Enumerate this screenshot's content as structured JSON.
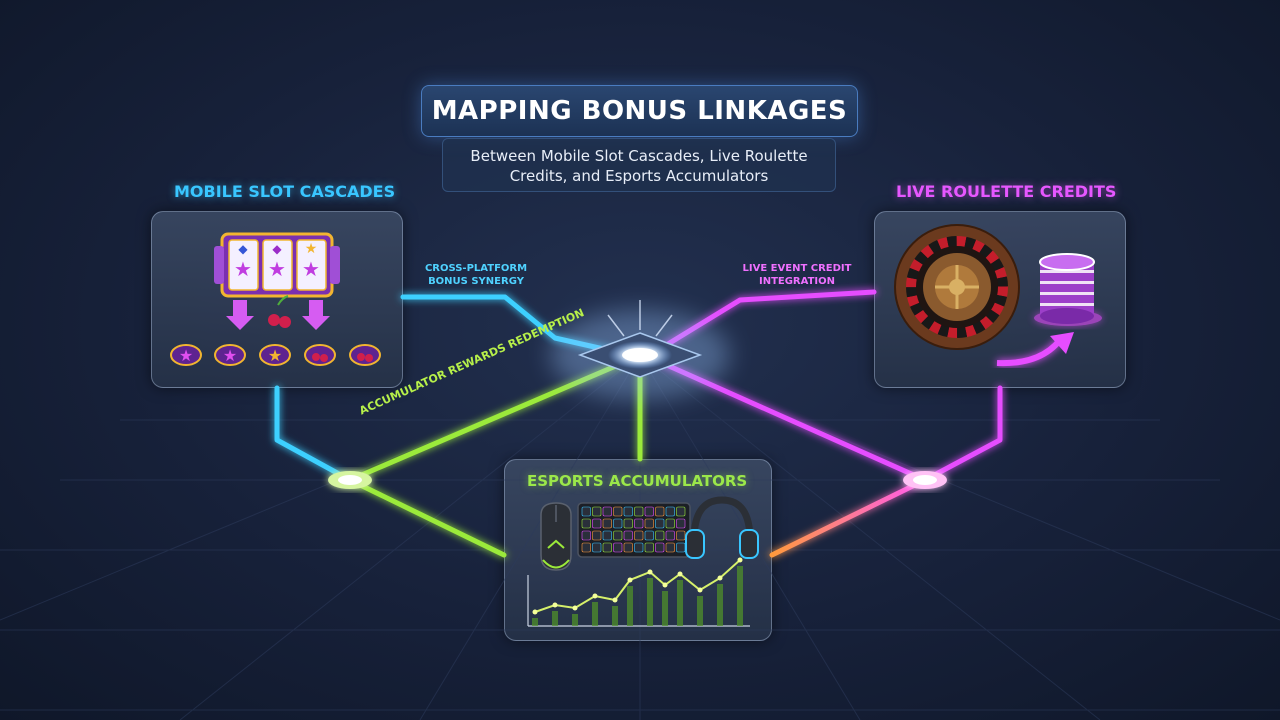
{
  "title": "MAPPING BONUS LINKAGES",
  "subtitle": {
    "line1": "Between Mobile Slot Cascades, Live Roulette",
    "line2": "Credits, and Esports Accumulators"
  },
  "nodes": {
    "slots": {
      "title": "MOBILE SLOT CASCADES",
      "color": "#39c6ff"
    },
    "roulette": {
      "title": "LIVE ROULETTE CREDITS",
      "color": "#e657ff"
    },
    "esports": {
      "title": "ESPORTS ACCUMULATORS",
      "color": "#9be84a"
    }
  },
  "links": {
    "cross_platform": {
      "line1": "CROSS-PLATFORM",
      "line2": "BONUS SYNERGY",
      "color": "#4fd2ff"
    },
    "live_event": {
      "line1": "LIVE EVENT CREDIT",
      "line2": "INTEGRATION",
      "color": "#f070ff"
    },
    "accumulator": {
      "text": "ACCUMULATOR REWARDS REDEMPTION",
      "color": "#b7f04a"
    }
  },
  "icons": {
    "slot_machine": "slot-machine-icon",
    "roulette_wheel": "roulette-wheel-icon",
    "chip_stack": "chip-stack-icon",
    "gaming_mouse": "gaming-mouse-icon",
    "keyboard": "keyboard-icon",
    "headset": "headset-icon",
    "line_chart": "line-chart-icon"
  }
}
